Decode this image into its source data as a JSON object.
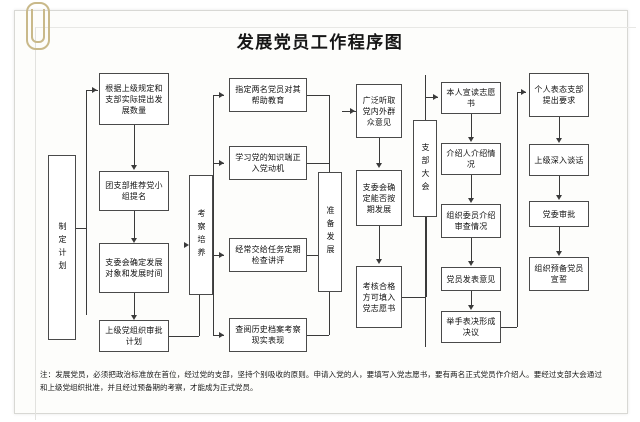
{
  "document": {
    "title": "发展党员工作程序图",
    "paperclip": "paperclip-icon"
  },
  "stages": {
    "plan": "制定计划",
    "cultivate": "考察培养",
    "prepare": "准备发展",
    "branch_meeting": "支部大会"
  },
  "column_plan": [
    {
      "text": "根据上级规定和支部实际提出发展数量"
    },
    {
      "text": "团支部推荐党小组提名"
    },
    {
      "text": "支委会确定发展对象和发展时间"
    },
    {
      "text": "上级党组织审批计划"
    }
  ],
  "column_cultivate": [
    {
      "text": "指定两名党员对其帮助教育"
    },
    {
      "text": "学习党的知识端正入党动机"
    },
    {
      "text": "经常交给任务定期检查讲评"
    },
    {
      "text": "查阅历史档案考察现实表现"
    }
  ],
  "column_prepare": [
    {
      "text": "广泛听取党内外群众意见"
    },
    {
      "text": "支委会确定能否按期发展"
    },
    {
      "text": "考核合格方可填入党志愿书"
    }
  ],
  "column_meeting": [
    {
      "text": "本人宣读志愿书"
    },
    {
      "text": "介绍人介绍情况"
    },
    {
      "text": "组织委员介绍审查情况"
    },
    {
      "text": "党员发表意见"
    },
    {
      "text": "举手表决形成决议"
    }
  ],
  "column_approval": [
    {
      "text": "个人表态支部提出要求"
    },
    {
      "text": "上级深入谈话"
    },
    {
      "text": "党委审批"
    },
    {
      "text": "组织预备党员宣誓"
    }
  ],
  "footnote": "注：发展党员，必须把政治标准放在首位，经过党的支部，坚持个别吸收的原则。申请入党的人，要填写入党志愿书，要有两名正式党员作介绍人。要经过支部大会通过和上级党组织批准，并且经过预备期的考察，才能成为正式党员。",
  "colors": {
    "paper": "#fdfdfb",
    "box_border": "#4a4a4a",
    "line": "#3a3a3a",
    "clip": "#c9b98a",
    "text": "#111111"
  }
}
